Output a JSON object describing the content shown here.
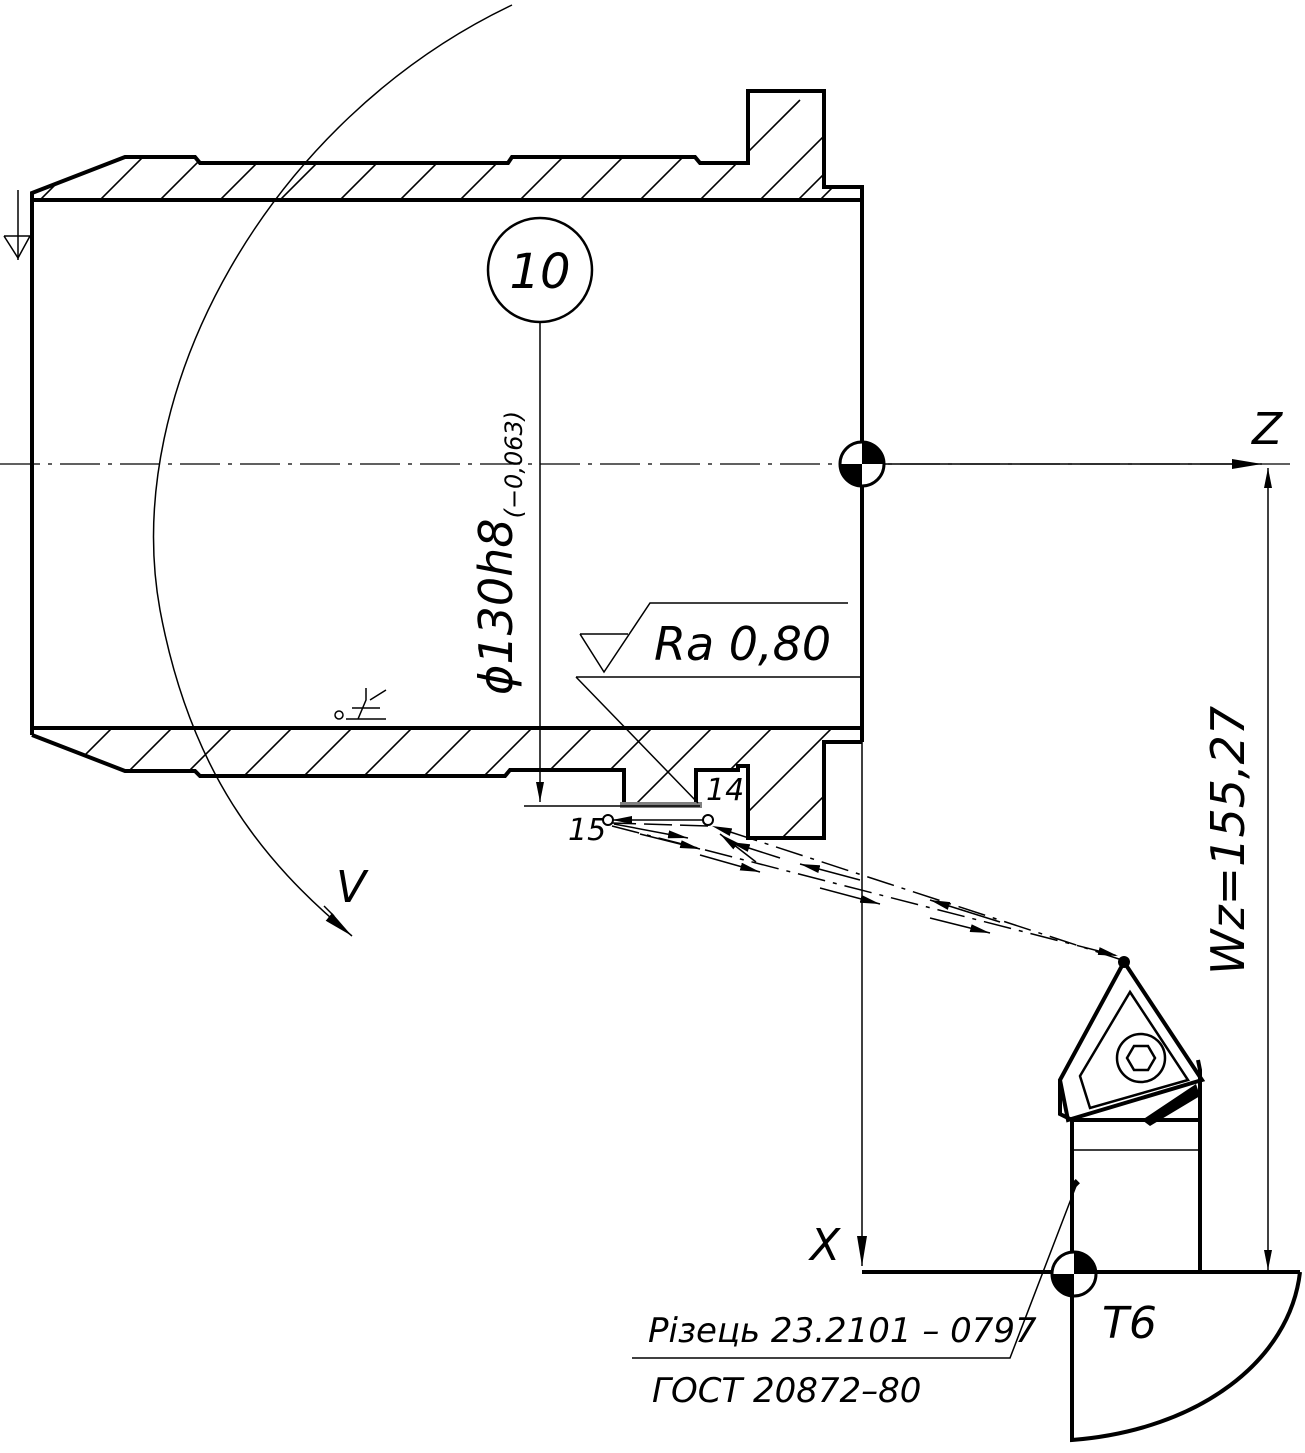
{
  "labels": {
    "operation_number": "10",
    "diameter_main": "ϕ130h8",
    "diameter_tolerance": "(−0,063)",
    "roughness": "Ra 0,80",
    "axis_z": "Z",
    "axis_x": "X",
    "speed": "V",
    "dimension_wz": "Wz=155,27",
    "point_14": "14",
    "point_15": "15",
    "tool_position": "T6",
    "tool_name": "Різець 23.2101 – 0797",
    "tool_standard": "ГОСТ 20872–80"
  },
  "colors": {
    "line": "#000000",
    "background": "#ffffff",
    "highlight": "#808080"
  }
}
